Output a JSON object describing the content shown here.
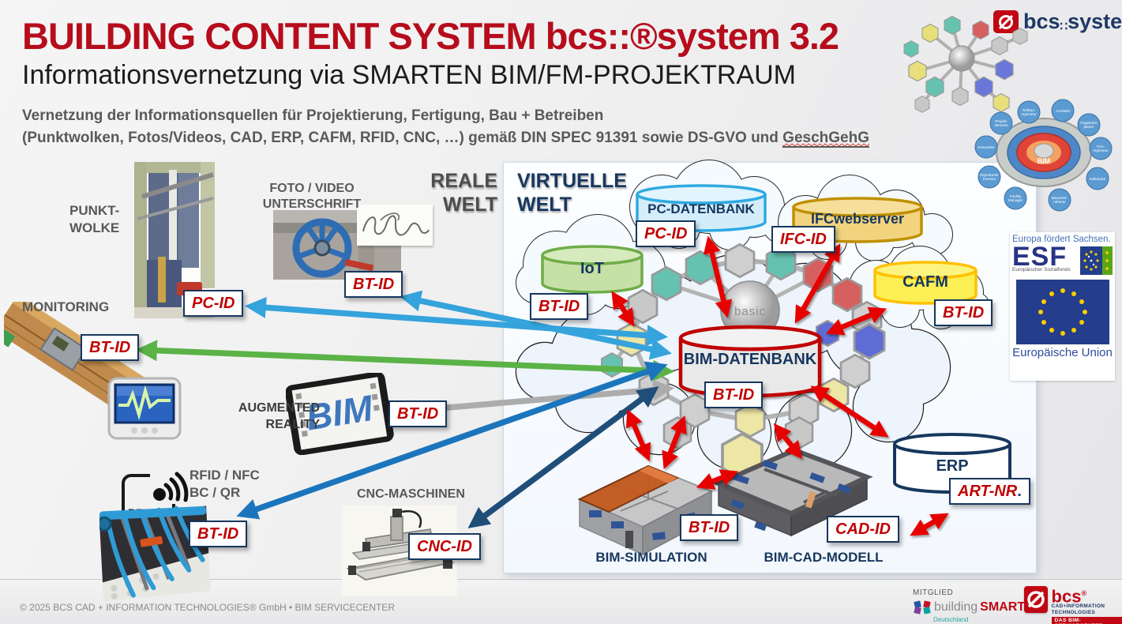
{
  "header": {
    "title": "BUILDING CONTENT SYSTEM bcs::®system 3.2",
    "subtitle": "Informationsvernetzung via SMARTEN BIM/FM-PROJEKTRAUM",
    "desc1": "Vernetzung der Informationsquellen für Projektierung, Fertigung, Bau + Betreiben",
    "desc2": "(Punktwolken, Fotos/Videos, CAD, ERP, CAFM, RFID, CNC, …) gemäß DIN SPEC 91391 sowie DS-GVO und ",
    "desc2_u": "GeschGehG"
  },
  "worlds": {
    "real1": "REALE",
    "real2": "WELT",
    "virt1": "VIRTUELLE",
    "virt2": "WELT"
  },
  "real_world": {
    "punkt1": "PUNKT-",
    "punkt2": "WOLKE",
    "foto1": "FOTO / VIDEO",
    "foto2": "UNTERSCHRIFT",
    "monitoring": "MONITORING",
    "ar1": "AUGMENTED",
    "ar2": "REALITY",
    "ar_screen": "BIM",
    "rfid1": "RFID / NFC",
    "rfid2": "BC / QR",
    "rfid_tag": "RFID",
    "cnc": "CNC-MASCHINEN"
  },
  "virtual_world": {
    "iot": "IoT",
    "pc_datenbank": "PC-DATENBANK",
    "ifcwebserver": "IFCwebserver",
    "cafm": "CAFM",
    "bim_datenbank": "BIM-DATENBANK",
    "erp": "ERP",
    "bim_simulation": "BIM-SIMULATION",
    "bim_cad_modell": "BIM-CAD-MODELL",
    "basic": "basic"
  },
  "badges": {
    "pc_id": "PC-ID",
    "bt_id": "BT-ID",
    "ifc_id": "IFC-ID",
    "cnc_id": "CNC-ID",
    "cad_id": "CAD-ID",
    "art_nr": "ART-NR",
    "art_dot": "."
  },
  "brand": {
    "bcs": "bcs",
    "sep": "∷",
    "system": "system"
  },
  "roles_wheel": {
    "center": "BIM",
    "roles": [
      [
        "Tiefbau-",
        "Ingenieur"
      ],
      [
        "Architekt",
        ""
      ],
      [
        "Projekt-",
        "steuerer"
      ],
      [
        "Tragwerks-",
        "planer"
      ],
      [
        "Entwickler",
        ""
      ],
      [
        "TGA-",
        "Ingenieur"
      ],
      [
        "Eigentümer",
        "Investor"
      ],
      [
        "Kalkulator",
        ""
      ],
      [
        "Facility",
        "Manager"
      ],
      [
        "Bauunter-",
        "nehmer"
      ]
    ]
  },
  "esf": {
    "line1": "Europa fördert Sachsen.",
    "big": "ESF",
    "sub": "Europäischer Sozialfonds",
    "eu": "Europäische Union"
  },
  "footer": {
    "copyright": "© 2025 BCS CAD + INFORMATION TECHNOLOGIES® GmbH • BIM SERVICECENTER",
    "mitglied": "MITGLIED",
    "bs_building": "building",
    "bs_smart": "SMART.",
    "bs_de": "Deutschland",
    "bcs_name": "bcs",
    "bcs_line1": "CAD+INFORMATION",
    "bcs_line2": "TECHNOLOGIES",
    "bcs_bar": "DAS BIM-SERVICECENTER"
  },
  "colors": {
    "title_red": "#B60C1C",
    "badge_red": "#C00000",
    "badge_border": "#17375E",
    "iot_green": "#6FAD47",
    "pc_cyan": "#2FA9E1",
    "ifc_gold": "#BF9000",
    "cafm_yellow": "#FFC000",
    "bim_red": "#C00000",
    "erp_navy": "#17375E",
    "arrow_cyan": "#35A3DC",
    "arrow_green": "#5BB347",
    "arrow_gray": "#ACACAC",
    "arrow_mblue": "#1B75BC",
    "arrow_navy": "#1F4E79",
    "arrow_red": "#E60000",
    "eu_blue": "#243E8B",
    "eu_star": "#FFCC00"
  }
}
